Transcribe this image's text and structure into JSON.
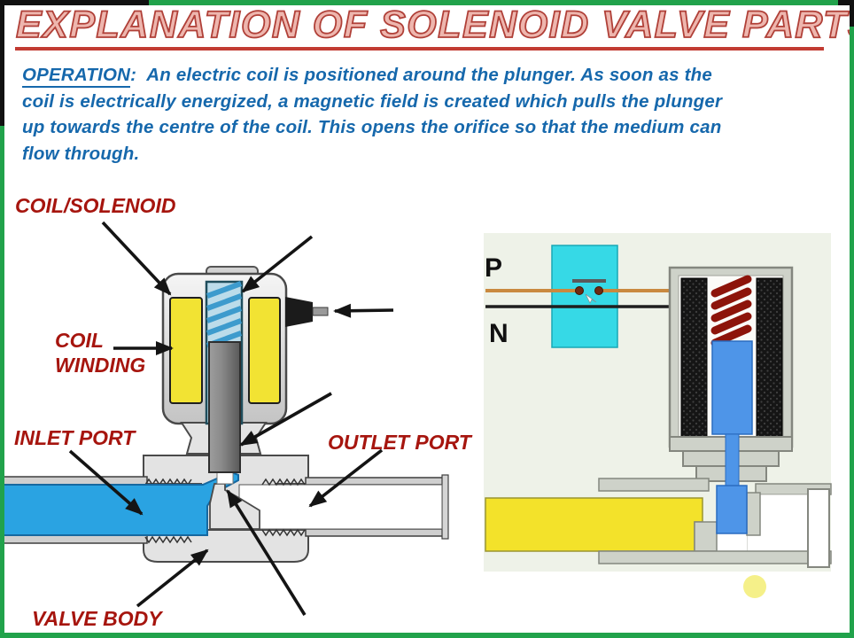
{
  "title": {
    "text": "EXPLANATION OF SOLENOID VALVE PARTS"
  },
  "operation": {
    "keyword": "OPERATION",
    "line1_rest": ":  An electric coil is positioned around the plunger. As soon as the",
    "line2": "coil is electrically energized, a magnetic field is created which pulls the plunger",
    "line3": "up towards the centre of the coil. This opens the orifice so that the medium can",
    "line4": "flow through."
  },
  "left_diagram": {
    "labels": {
      "coil_solenoid": "COIL/SOLENOID",
      "coil_winding_line1": "COIL",
      "coil_winding_line2": "WINDING",
      "inlet_port": "INLET PORT",
      "outlet_port": "OUTLET PORT",
      "valve_body": "VALVE BODY"
    }
  },
  "right_diagram": {
    "labels": {
      "positive": "P",
      "negative": "N"
    }
  },
  "colors": {
    "frame_green": "#21a24b",
    "title_fill": "#eeb6ae",
    "title_outline": "#b04038",
    "title_underline": "#c23b32",
    "operation_text": "#1668ac",
    "label_red": "#a6150e",
    "coil_winding_yellow": "#f2e333",
    "spring_light_blue": "#cfe9f6",
    "spring_stripe_blue": "#3d9bcd",
    "plunger_gray": "#8a8a8a",
    "inlet_medium_blue": "#2aa3e2",
    "valve_gray": "#e3e3e3",
    "panel_background": "#eef2e8",
    "switch_cyan": "#36d9e6",
    "wire_orange": "#c9893f",
    "wire_black": "#1e1e1e",
    "coil_black": "#151515",
    "spring_red": "#8d140a",
    "plunger_blue": "#4e95e8",
    "medium_yellow": "#f3e22a",
    "droplet_pale_yellow": "#f5f089"
  }
}
